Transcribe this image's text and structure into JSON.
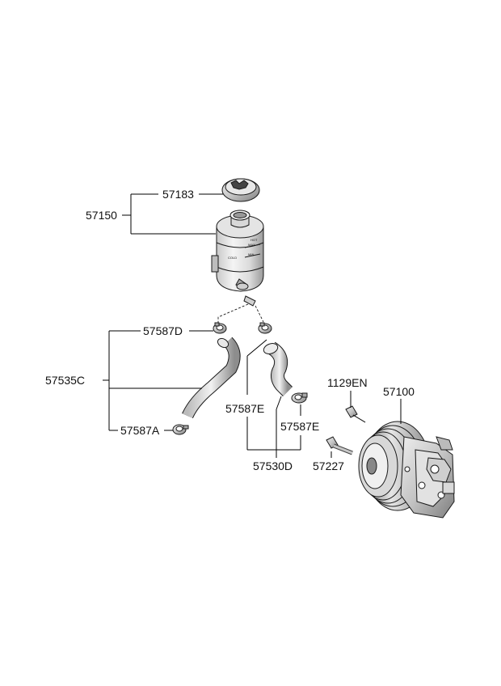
{
  "labels": {
    "p57183": "57183",
    "p57150": "57150",
    "p57587D": "57587D",
    "p57535C": "57535C",
    "p57587A": "57587A",
    "p57587E_left": "57587E",
    "p57587E_right": "57587E",
    "p57530D": "57530D",
    "p1129EN": "1129EN",
    "p57100": "57100",
    "p57227": "57227"
  },
  "reservoir_markings": {
    "max": "MAX",
    "min": "MIN",
    "hot": "HOT",
    "cold": "COLD"
  }
}
